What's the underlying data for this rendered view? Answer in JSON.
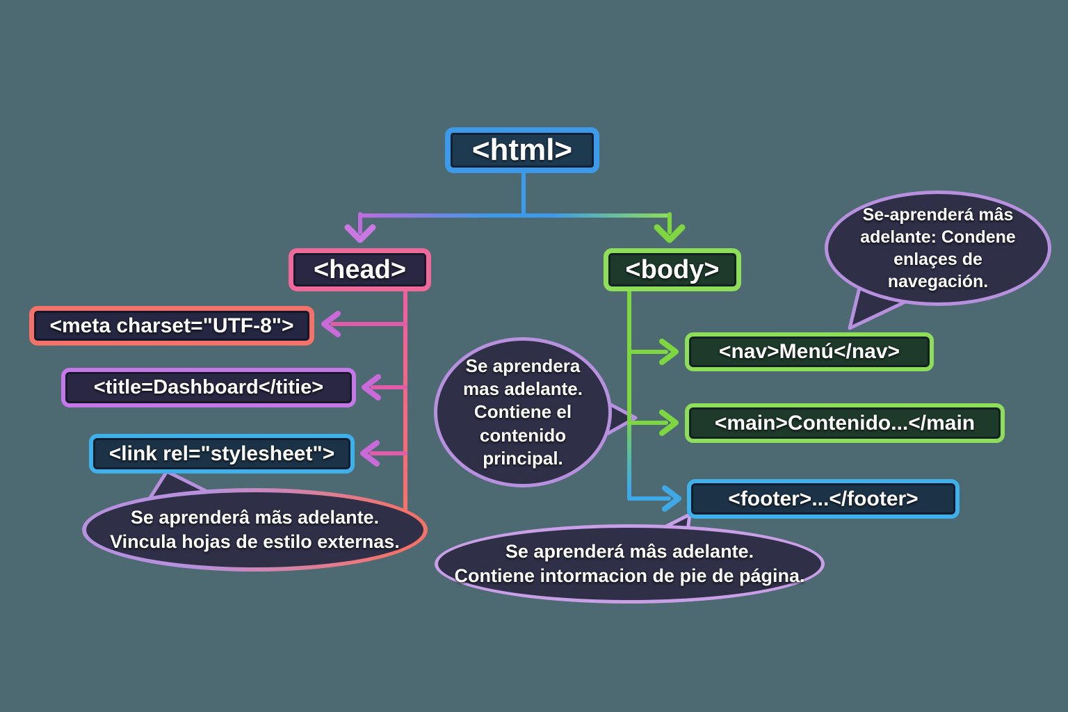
{
  "diagram": {
    "title_semantic": "HTML document structure tree (Spanish annotations)",
    "nodes": {
      "html": "<html>",
      "head": "<head>",
      "body": "<body>",
      "meta": "<meta charset=\"UTF-8\">",
      "title": "<title=Dashboard</titie>",
      "link": "<link rel=\"stylesheet\">",
      "nav": "<nav>Menú</nav>",
      "main": "<main>Contenido...</main",
      "footer": "<footer>...</footer>"
    },
    "notes": {
      "nav_note": [
        "Se-aprenderá mâs",
        "adelante: Condene",
        "enlaçes de",
        "navegación."
      ],
      "main_note": [
        "Se aprendera",
        "mas adelante.",
        "Contiene el",
        "contenido",
        "principal."
      ],
      "link_note": [
        "Se aprenderâ mãs adelante.",
        "Vincula hojas de estilo externas."
      ],
      "footer_note": [
        "Se aprenderá mâs adelante.",
        "Contiene intormacion de pie de página."
      ]
    },
    "colors": {
      "background": "#4d6971",
      "blue_border": "#3d9ae8",
      "blue_fill": "#1e3a50",
      "pink_border": "#ef6a9b",
      "purple_fill": "#2a2742",
      "green_border": "#8ede5a",
      "green_fill": "#1e3a2b",
      "salmon_border": "#f4726a",
      "navy_fill": "#252641",
      "violet_border": "#c478e8",
      "lightblue_border": "#3fb0ea",
      "lightblue_fill": "#1c3246",
      "lavender_border": "#b791de",
      "bubble_fill": "#2f3048",
      "green_line": "#7ed641",
      "magenta_line": "#e05ca8",
      "orchid_head": "#c96ad8"
    }
  }
}
